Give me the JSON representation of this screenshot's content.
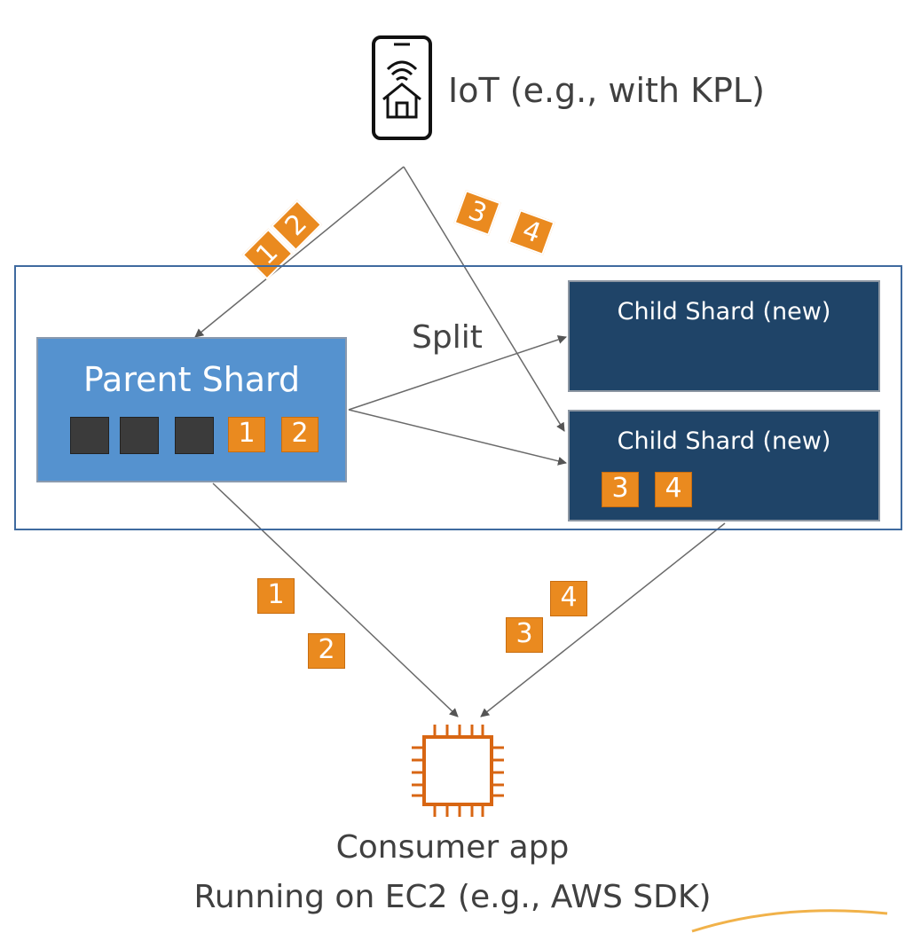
{
  "iot": {
    "label": "IoT (e.g., with KPL)",
    "icon": "smartphone-home-wifi-icon"
  },
  "stream": {
    "parent_shard": {
      "title": "Parent Shard",
      "records": [
        "1",
        "2"
      ]
    },
    "split_label": "Split",
    "child_shards": [
      {
        "title": "Child Shard (new)",
        "records": []
      },
      {
        "title": "Child Shard (new)",
        "records": [
          "3",
          "4"
        ]
      }
    ]
  },
  "incoming_records": {
    "to_parent": [
      "1",
      "2"
    ],
    "to_child": [
      "3",
      "4"
    ]
  },
  "outgoing_records": {
    "from_parent": [
      "1",
      "2"
    ],
    "from_child": [
      "3",
      "4"
    ]
  },
  "consumer": {
    "line1": "Consumer app",
    "line2": "Running on EC2 (e.g., AWS SDK)",
    "icon": "ec2-chip-icon"
  },
  "colors": {
    "record": "#ea8a1f",
    "parent_shard": "#5592cf",
    "child_shard": "#1f4468",
    "frame": "#3f6a9f"
  }
}
